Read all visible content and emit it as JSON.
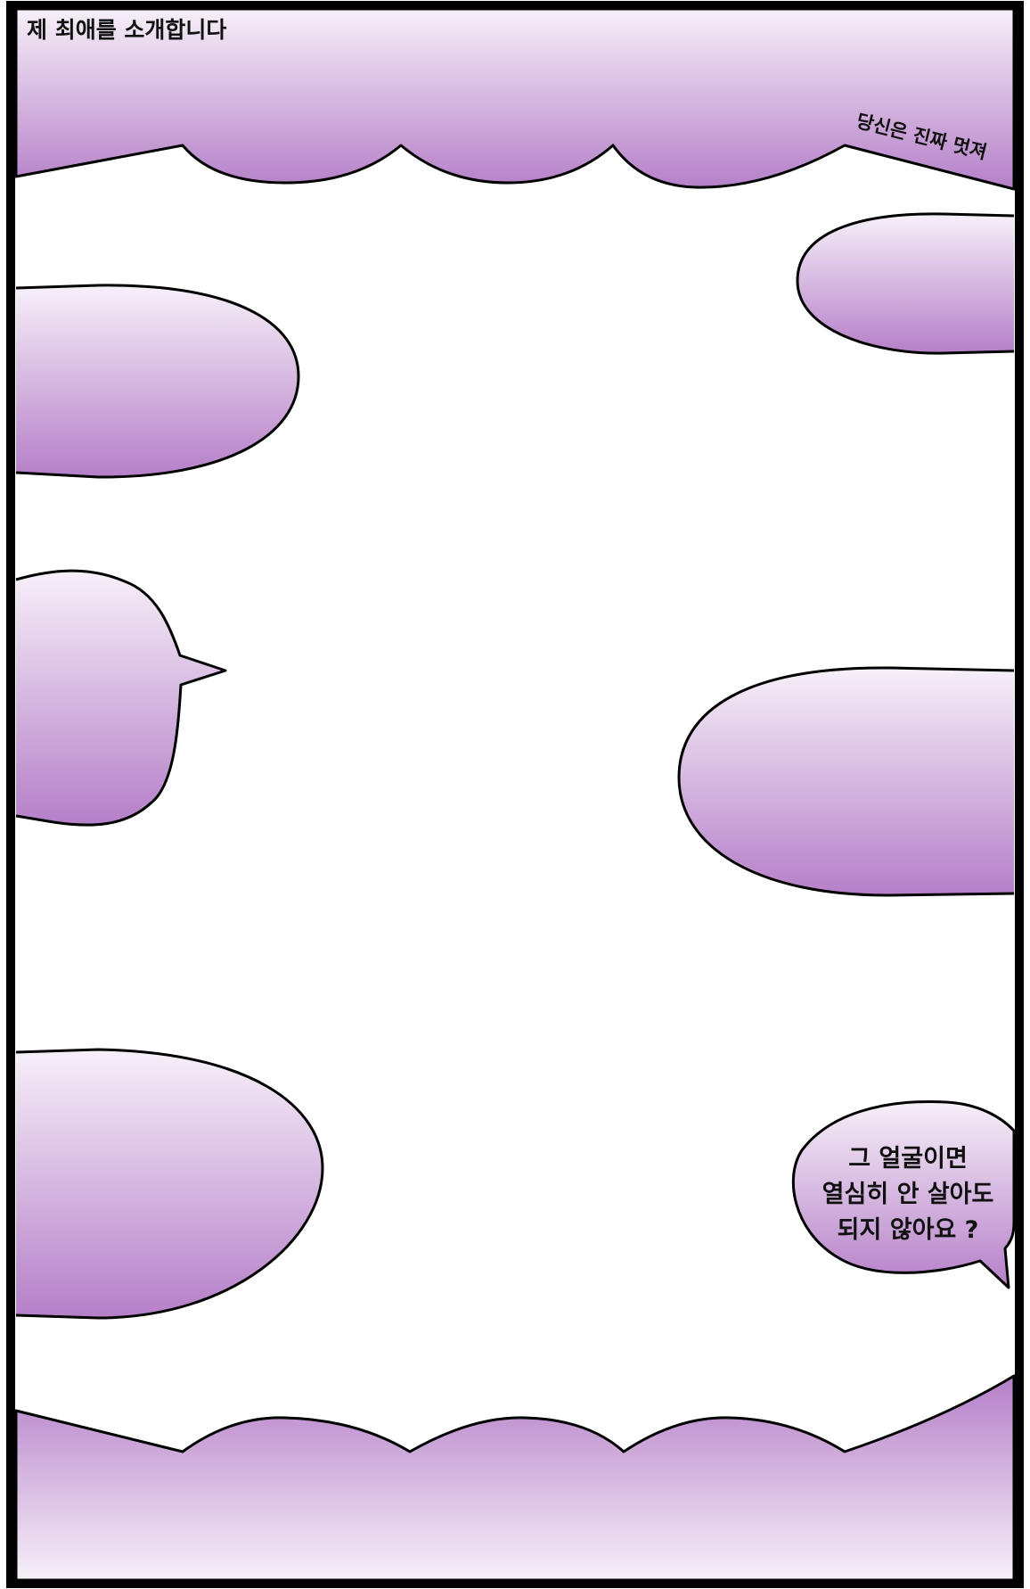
{
  "title": "제 최애를 소개합니다",
  "caption": "당신은 진짜 멋져",
  "bubble_text": [
    "그 얼굴이면",
    "열심히 안 살아도",
    "되지 않아요 ?"
  ],
  "colors": {
    "lavender_light": "#f6f0f8",
    "lavender_dark": "#b57fc8",
    "outline": "#000000",
    "background": "#ffffff"
  }
}
